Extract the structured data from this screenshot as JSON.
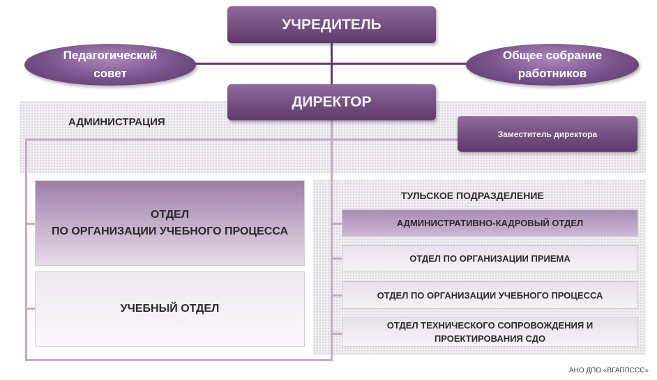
{
  "founder": {
    "label": "УЧРЕДИТЕЛЬ"
  },
  "director": {
    "label": "ДИРЕКТОР"
  },
  "ped_council": {
    "line1": "Педагогический",
    "line2": "совет"
  },
  "general_meeting": {
    "line1": "Общее собрание",
    "line2": "работников"
  },
  "administration": {
    "title": "АДМИНИСТРАЦИЯ",
    "deputy": "Заместитель директора"
  },
  "main_departments": {
    "org_process_line1": "ОТДЕЛ",
    "org_process_line2": "ПО ОРГАНИЗАЦИИ УЧЕБНОГО ПРОЦЕССА",
    "study_dept": "УЧЕБНЫЙ ОТДЕЛ"
  },
  "tula": {
    "title": "ТУЛЬСКОЕ ПОДРАЗДЕЛЕНИЕ",
    "departments": [
      {
        "line1": "АДМИНИСТРАТИВНО-КАДРОВЫЙ ОТДЕЛ",
        "line2": ""
      },
      {
        "line1": "ОТДЕЛ ПО ОРГАНИЗАЦИИ ПРИЕМА",
        "line2": ""
      },
      {
        "line1": "ОТДЕЛ ПО ОРГАНИЗАЦИИ УЧЕБНОГО ПРОЦЕССА",
        "line2": ""
      },
      {
        "line1": "ОТДЕЛ ТЕХНИЧЕСКОГО СОПРОВОЖДЕНИЯ И",
        "line2": "ПРОЕКТИРОВАНИЯ СДО"
      }
    ]
  },
  "footer": "АНО ДПО «ВГАППССС»"
}
